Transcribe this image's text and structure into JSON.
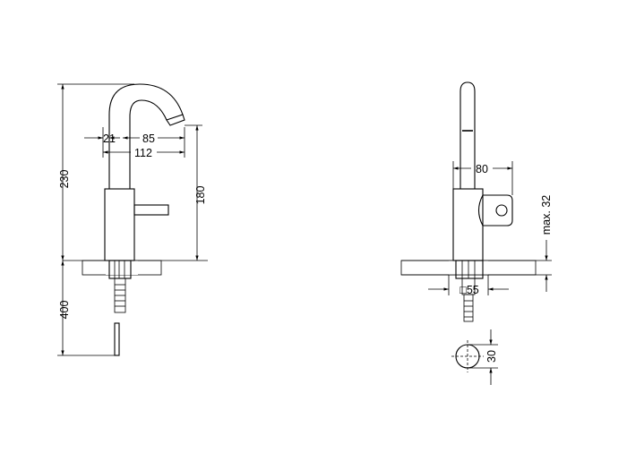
{
  "side_view": {
    "height_total": "230",
    "height_spout": "180",
    "below_counter": "400",
    "offset_small": "21",
    "spout_reach": "85",
    "spout_total": "112"
  },
  "front_view": {
    "body_width": "80",
    "counter_thickness": "max. 32",
    "hole_size": "□55",
    "hole_diameter": "30"
  }
}
